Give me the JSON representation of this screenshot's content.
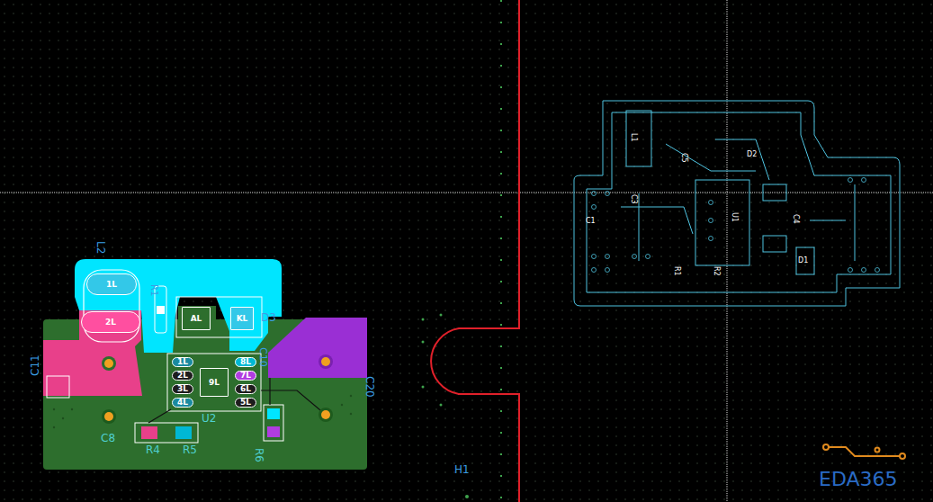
{
  "diagram": {
    "nodes": [
      {
        "text": [
          "1L"
        ]
      },
      {
        "text": [
          "2L"
        ]
      },
      {
        "text": [
          "AL"
        ]
      },
      {
        "text": [
          "KL"
        ]
      },
      {
        "text": [
          "1L"
        ]
      },
      {
        "text": [
          "2L"
        ]
      },
      {
        "text": [
          "3L"
        ]
      },
      {
        "text": [
          "4L"
        ]
      },
      {
        "text": [
          "9L"
        ]
      },
      {
        "text": [
          "8L"
        ]
      },
      {
        "text": [
          "7L"
        ]
      },
      {
        "text": [
          "6L"
        ]
      },
      {
        "text": [
          "5L"
        ]
      }
    ],
    "labels": [
      "L2",
      "R1",
      "D3",
      "C11",
      "C10",
      "C8",
      "R4",
      "R5",
      "U2",
      "R6",
      "C20",
      "H1",
      "EDA365",
      "L1",
      "C5",
      "D2",
      "C3",
      "C1",
      "U1",
      "R1",
      "R2",
      "C4",
      "D1"
    ]
  }
}
